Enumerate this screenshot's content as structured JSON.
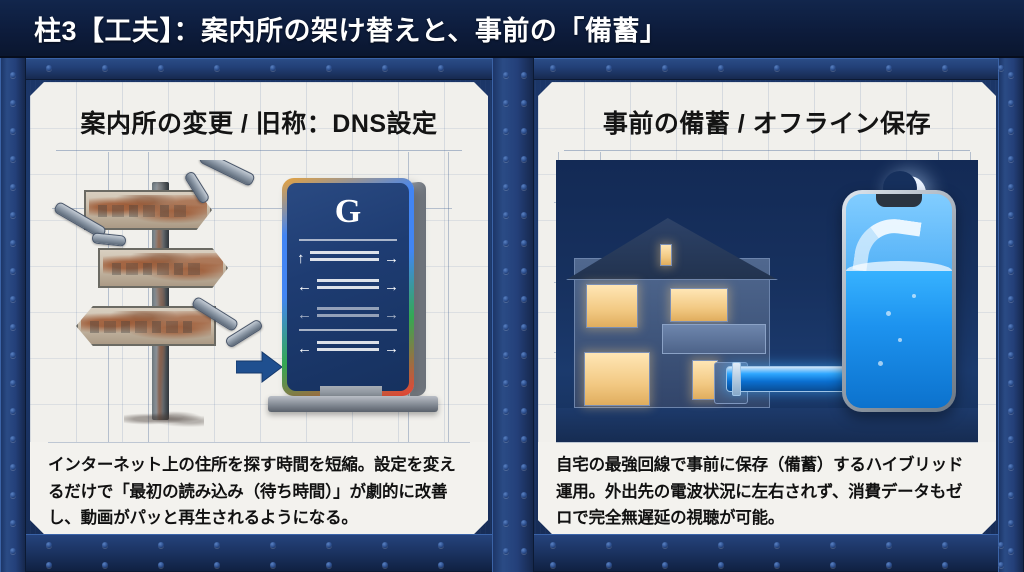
{
  "header": {
    "title": "柱3【工夫】：案内所の架け替えと、事前の「備蓄」"
  },
  "panels": [
    {
      "id": "dns-panel",
      "title": "案内所の変更 / 旧称：DNS設定",
      "caption": "インターネット上の住所を探す時間を短縮。設定を変えるだけで「最初の読み込み（待ち時間）」が劇的に改善し、動画がパッと再生されるようになる。",
      "illustration": {
        "name": "rusty-signpost-to-google-display",
        "google_logo": "G",
        "arrow": "→"
      }
    },
    {
      "id": "offline-panel",
      "title": "事前の備蓄 / オフライン保存",
      "caption": "自宅の最強回線で事前に保存（備蓄）するハイブリッド運用。外出先の電波状況に左右されず、消費データもゼロで完全無遅延の視聴が可能。",
      "illustration": {
        "name": "night-house-pipe-to-phone-water"
      }
    }
  ],
  "colors": {
    "header_bg": "#0e1f42",
    "frame_blue": "#1d3a6e",
    "panel_bg": "#f1f0ec",
    "accent_arrow": "#1f4f8f",
    "water_blue": "#2e9bf0",
    "text_dark": "#141414"
  },
  "screen_rows": [
    {
      "left": "↑",
      "right": "→"
    },
    {
      "left": "←",
      "right": "→"
    },
    {
      "left": "←",
      "right": "→"
    },
    {
      "left": "←",
      "right": "→"
    }
  ]
}
